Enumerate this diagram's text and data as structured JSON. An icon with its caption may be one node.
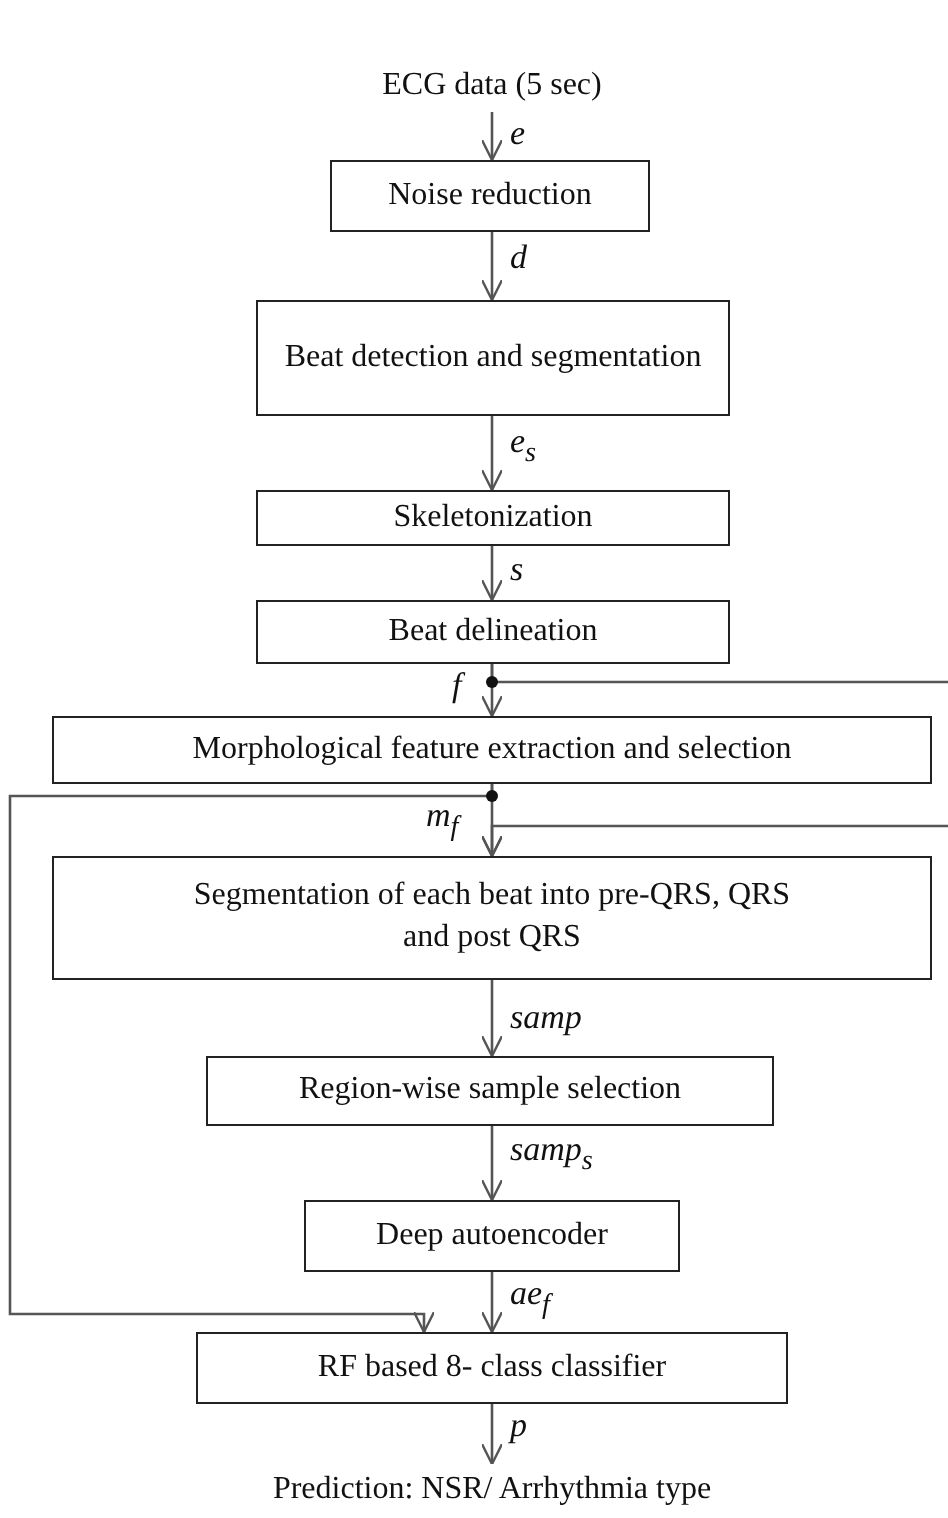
{
  "diagram": {
    "nodes": [
      {
        "text": [
          "ECG data (5 sec)"
        ]
      },
      {
        "text": [
          "Noise reduction"
        ]
      },
      {
        "text": [
          "Beat detection and segmentation"
        ]
      },
      {
        "text": [
          "Skeletonization"
        ]
      },
      {
        "text": [
          "Beat delineation"
        ]
      },
      {
        "text": [
          "Morphological feature extraction and selection"
        ]
      },
      {
        "text": [
          "Segmentation of each beat into pre-QRS, QRS and post QRS"
        ]
      },
      {
        "text": [
          "Region-wise sample selection"
        ]
      },
      {
        "text": [
          "Deep autoencoder"
        ]
      },
      {
        "text": [
          "RF based 8- class classifier"
        ]
      },
      {
        "text": [
          "Prediction: NSR/ Arrhythmia type"
        ]
      }
    ],
    "edges": [
      {
        "from": 0,
        "to": 1,
        "arrow": "to",
        "label": "e"
      },
      {
        "from": 1,
        "to": 2,
        "arrow": "to",
        "label": "d"
      },
      {
        "from": 2,
        "to": 3,
        "arrow": "to",
        "label": "e$_{s}$"
      },
      {
        "from": 3,
        "to": 4,
        "arrow": "to",
        "label": "s"
      },
      {
        "from": 4,
        "to": 5,
        "arrow": "to",
        "label": "f"
      },
      {
        "from": 5,
        "to": 6,
        "arrow": "to",
        "label": "m$_{f}$"
      },
      {
        "from": 6,
        "to": 7,
        "arrow": "to",
        "label": "samp"
      },
      {
        "from": 7,
        "to": 8,
        "arrow": "to",
        "label": "samp$_{s}$"
      },
      {
        "from": 8,
        "to": 9,
        "arrow": "to",
        "label": "ae$_{f}$"
      },
      {
        "from": 9,
        "to": 10,
        "arrow": "to",
        "label": "p"
      },
      {
        "from": 5,
        "to": 9,
        "arrow": "to"
      },
      {
        "from": 4,
        "to": null,
        "arrow": "none"
      },
      {
        "from": null,
        "to": 6,
        "arrow": "to"
      }
    ]
  }
}
